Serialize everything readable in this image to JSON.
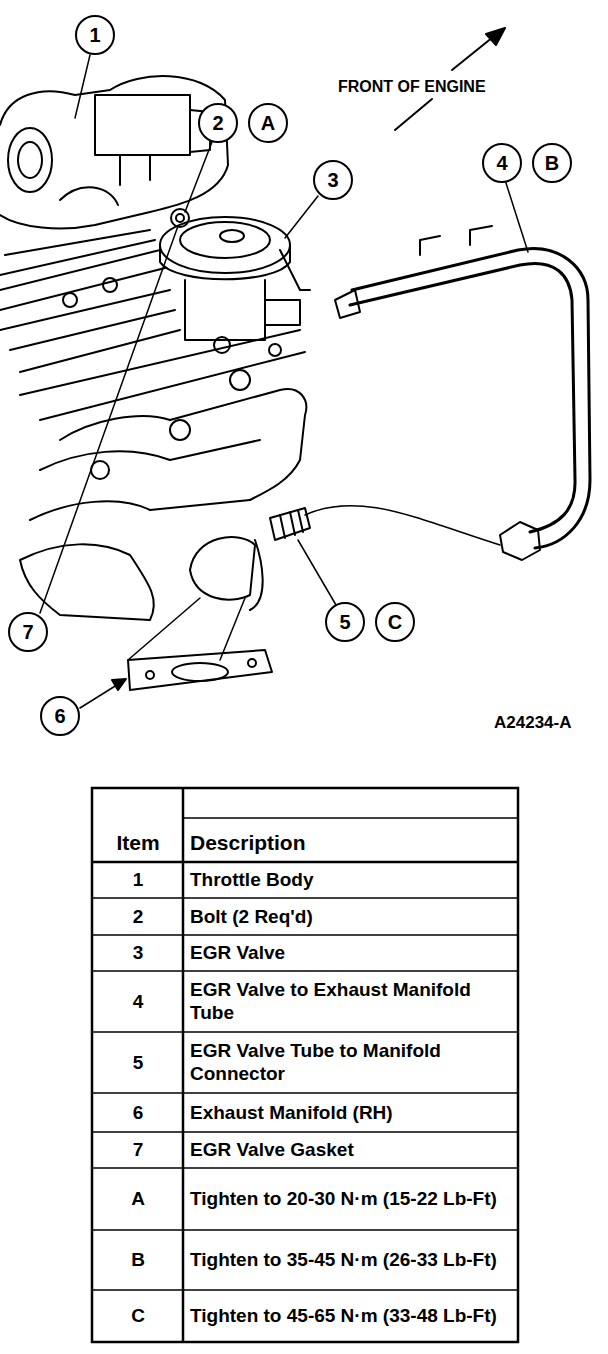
{
  "diagram": {
    "nodes": [
      {
        "text": [
          "1"
        ]
      },
      {
        "text": [
          "2"
        ]
      },
      {
        "text": [
          "A"
        ]
      },
      {
        "text": [
          "4"
        ]
      },
      {
        "text": [
          "B"
        ]
      },
      {
        "text": [
          "3"
        ]
      },
      {
        "text": [
          "5"
        ]
      },
      {
        "text": [
          "C"
        ]
      },
      {
        "text": [
          "7"
        ]
      },
      {
        "text": [
          "6"
        ]
      }
    ],
    "labels": [
      "FRONT OF ENGINE",
      "A24234-A",
      "Item",
      "Description",
      "1",
      "Throttle Body",
      "2",
      "Bolt (2 Req'd)",
      "3",
      "EGR Valve",
      "4",
      "EGR Valve to Exhaust Manifold Tube",
      "5",
      "EGR Valve Tube to Manifold Connector",
      "6",
      "Exhaust Manifold (RH)",
      "7",
      "EGR Valve Gasket",
      "A",
      "Tighten to 20-30 N·m (15-22 Lb-Ft)",
      "B",
      "Tighten to 35-45 N·m (26-33 Lb-Ft)",
      "C",
      "Tighten to 45-65 N·m (33-48 Lb-Ft)"
    ]
  }
}
